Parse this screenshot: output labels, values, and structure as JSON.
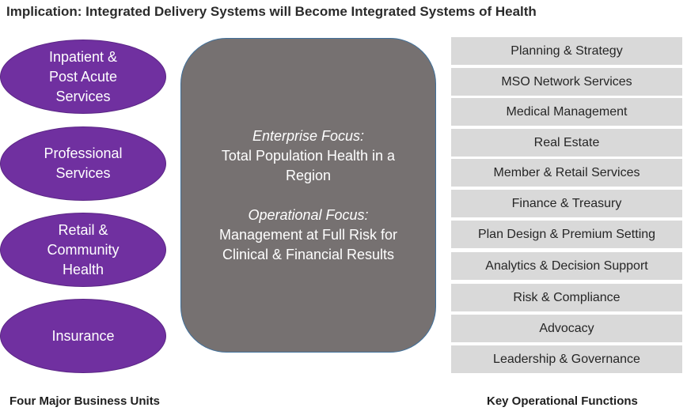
{
  "title": "Implication: Integrated Delivery Systems will Become Integrated Systems of Health",
  "business_units": [
    {
      "label": "Inpatient &\nPost Acute\nServices"
    },
    {
      "label": "Professional\nServices"
    },
    {
      "label": "Retail &\nCommunity\nHealth"
    },
    {
      "label": "Insurance"
    }
  ],
  "center": {
    "enterprise_label": "Enterprise Focus:",
    "enterprise_text": "Total Population Health in a Region",
    "operational_label": "Operational Focus:",
    "operational_text": "Management at Full Risk for Clinical & Financial Results"
  },
  "functions": [
    {
      "label": "Planning & Strategy"
    },
    {
      "label": "MSO Network Services"
    },
    {
      "label": "Medical Management"
    },
    {
      "label": "Real Estate"
    },
    {
      "label": "Member & Retail Services"
    },
    {
      "label": "Finance & Treasury"
    },
    {
      "label": "Plan Design & Premium Setting"
    },
    {
      "label": "Analytics & Decision Support"
    },
    {
      "label": "Risk & Compliance"
    },
    {
      "label": "Advocacy"
    },
    {
      "label": "Leadership & Governance"
    }
  ],
  "footer": {
    "left_label": "Four Major Business Units",
    "right_label": "Key Operational Functions"
  },
  "colors": {
    "business_unit_fill": "#7030a0",
    "center_fill": "#767171",
    "function_fill": "#d9d9d9"
  }
}
